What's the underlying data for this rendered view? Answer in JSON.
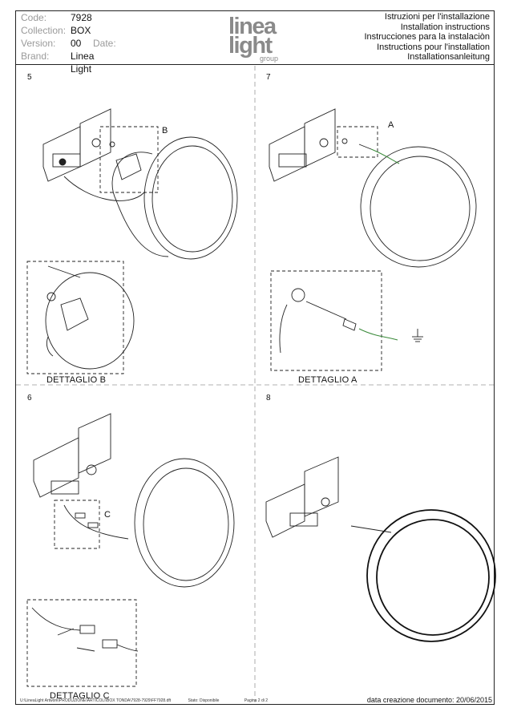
{
  "header": {
    "code_label": "Code:",
    "code_value": "7928",
    "collection_label": "Collection:",
    "collection_value": "BOX",
    "version_label": "Version:",
    "version_value": "00",
    "date_label": "Date:",
    "brand_label": "Brand:",
    "brand_value": "Linea Light",
    "logo": {
      "line1": "linea",
      "line2": "light",
      "line3": "group"
    },
    "instructions": [
      "Istruzioni per l'installazione",
      "Installation instructions",
      "Instrucciones para la instalaciòn",
      "Instructions pour l'installation",
      "Installationsanleitung"
    ]
  },
  "steps": {
    "s5": "5",
    "s7": "7",
    "s6": "6",
    "s8": "8"
  },
  "labels": {
    "a": "A",
    "b": "B",
    "c": "C",
    "detail_a": "DETTAGLIO A",
    "detail_b": "DETTAGLIO B",
    "detail_c": "DETTAGLIO C"
  },
  "footer": {
    "path": "U:\\LineaLight Artwork\\PRODUZIONE\\ARTICOLI\\BOX TONDA\\7928-7929\\FF7928.dft",
    "status": "Stato: Disponibile",
    "page": "Pagina 2 di 2",
    "created": "data creazione documento: 20/06/2015"
  },
  "colors": {
    "line": "#222222",
    "ground_wire": "#3a8a3a"
  }
}
